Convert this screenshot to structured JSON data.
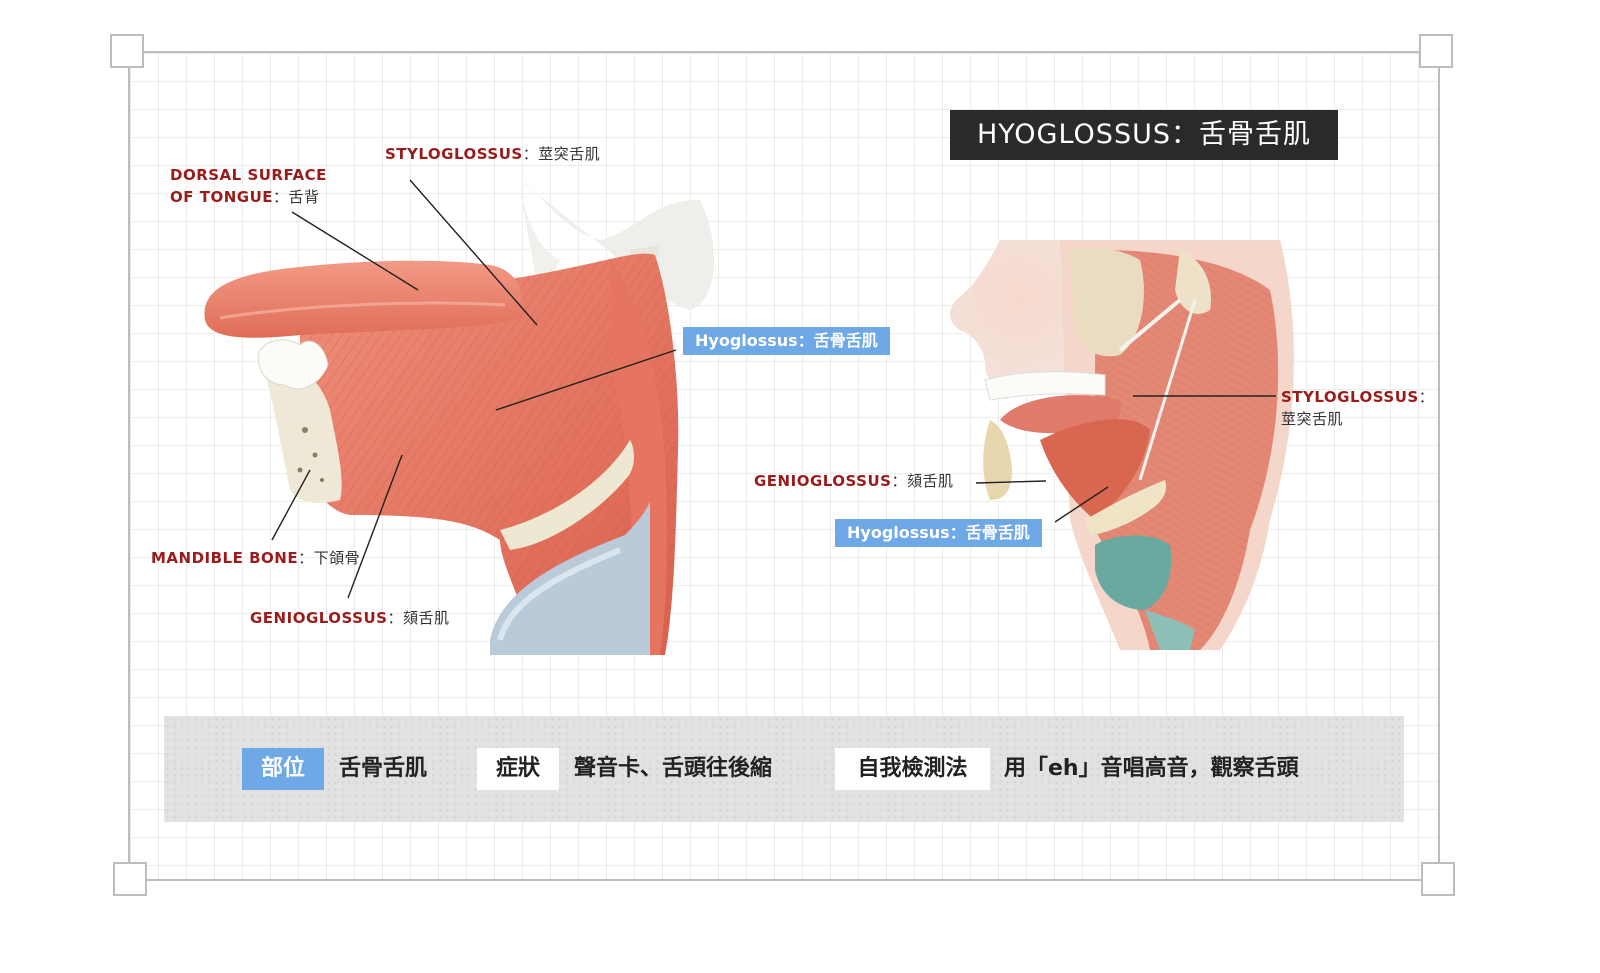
{
  "title": "HYOGLOSSUS：舌骨舌肌",
  "left_labels": {
    "styloglossus": {
      "en": "STYLOGLOSSUS",
      "zh": "：莖突舌肌"
    },
    "dorsal_line1": "DORSAL SURFACE",
    "dorsal_line2": {
      "en": "OF TONGUE",
      "zh": "：舌背"
    },
    "hyoglossus": "Hyoglossus：舌骨舌肌",
    "mandible": {
      "en": "MANDIBLE BONE",
      "zh": "：下頜骨"
    },
    "genioglossus": {
      "en": "GENIOGLOSSUS",
      "zh": "：頦舌肌"
    }
  },
  "right_labels": {
    "styloglossus": {
      "en": "STYLOGLOSSUS",
      "zh1": "：",
      "zh2": "莖突舌肌"
    },
    "genioglossus": {
      "en": "GENIOGLOSSUS",
      "zh": "：頦舌肌"
    },
    "hyoglossus": "Hyoglossus：舌骨舌肌"
  },
  "info_bar": {
    "location_label": "部位",
    "location_value": "舌骨舌肌",
    "symptom_label": "症狀",
    "symptom_value": "聲音卡、舌頭往後縮",
    "test_label": "自我檢測法",
    "test_value": "用「eh」音唱高音，觀察舌頭"
  },
  "colors": {
    "accent_blue": "#6fa8e6",
    "label_red": "#9b1b1b",
    "title_bg": "#2a2a2a"
  }
}
